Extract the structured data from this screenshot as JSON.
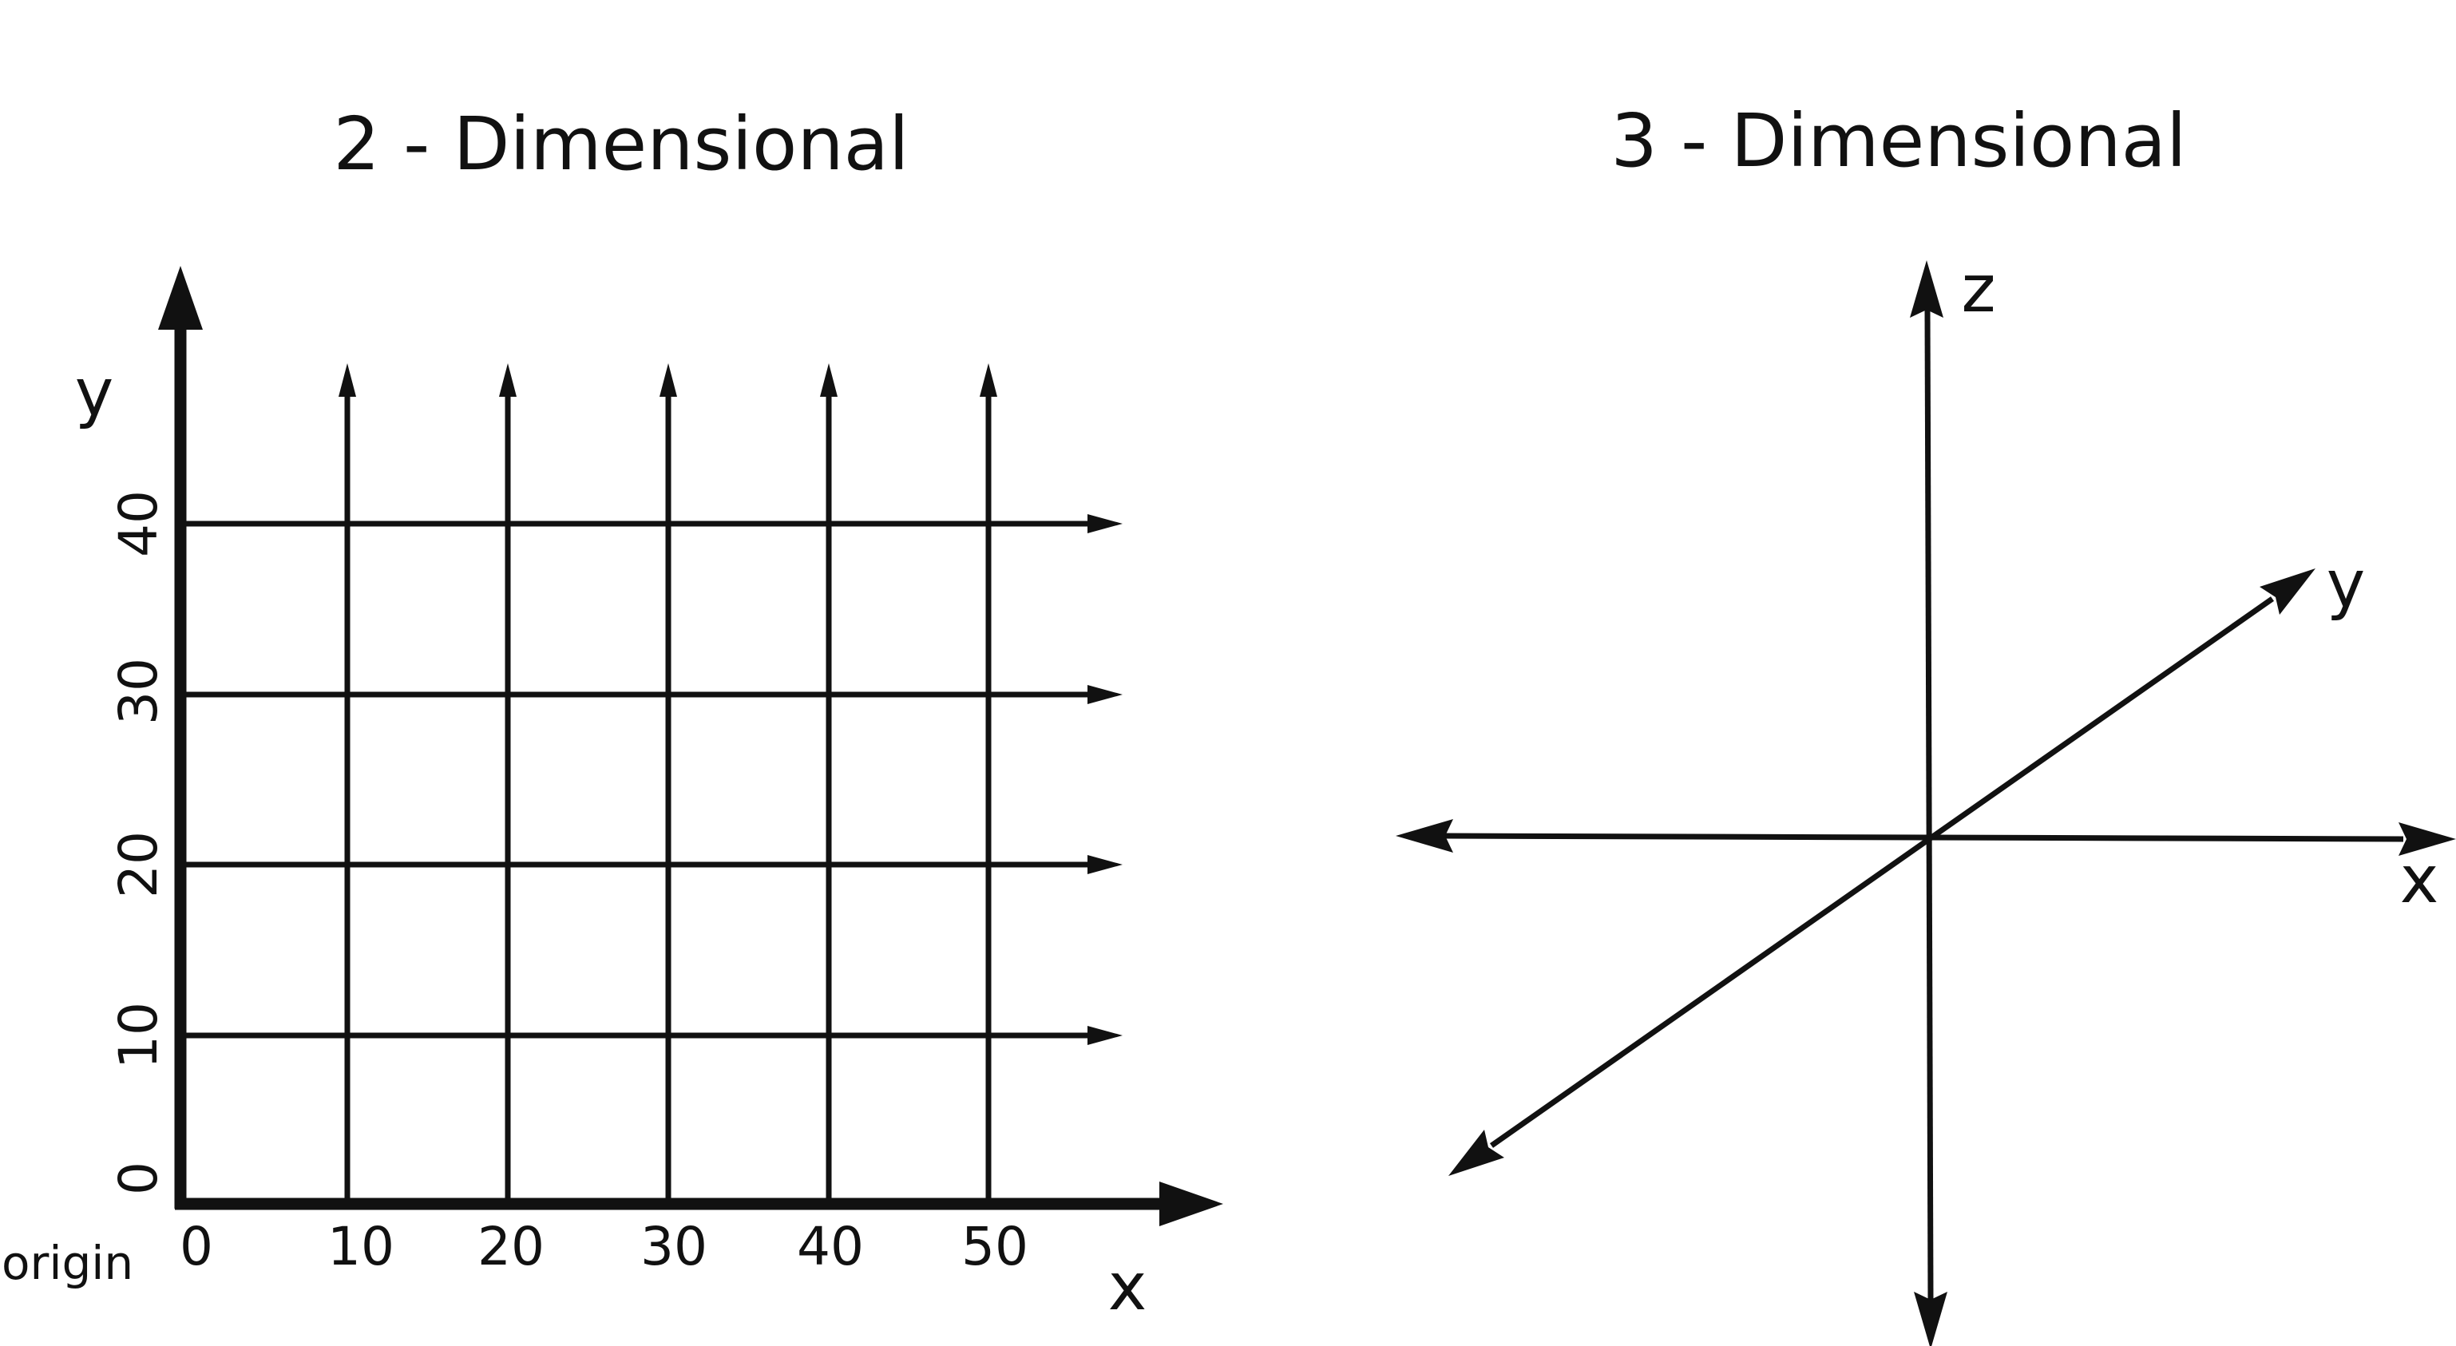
{
  "diagram_2d": {
    "title": "2 - Dimensional",
    "x_axis_label": "x",
    "y_axis_label": "y",
    "origin_label": "origin",
    "x_ticks": [
      "0",
      "10",
      "20",
      "30",
      "40",
      "50"
    ],
    "y_ticks": [
      "0",
      "10",
      "20",
      "30",
      "40"
    ]
  },
  "diagram_3d": {
    "title": "3 - Dimensional",
    "x_axis_label": "x",
    "y_axis_label": "y",
    "z_axis_label": "z"
  },
  "colors": {
    "ink": "#111111",
    "background": "#ffffff"
  }
}
